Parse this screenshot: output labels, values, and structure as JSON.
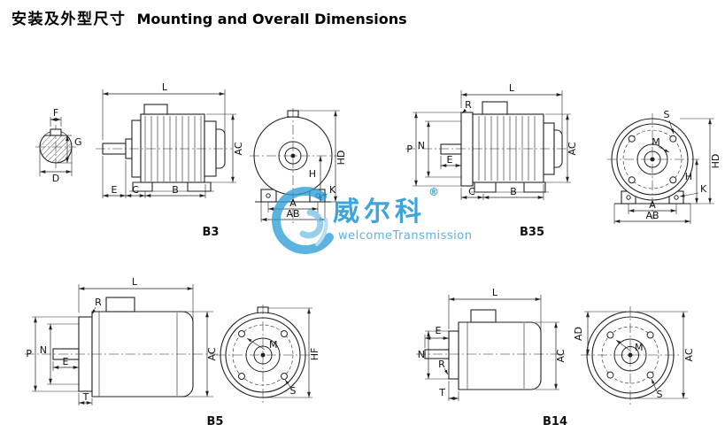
{
  "title": {
    "zh": "安装及外型尺寸",
    "en": "Mounting and Overall Dimensions"
  },
  "watermark": {
    "brand": "威尔科",
    "reg": "®",
    "sub": "welcomeTransmission",
    "color": "#2d9ed6"
  },
  "b3": {
    "name": "B3",
    "dims": {
      "L": "L",
      "F": "F",
      "G": "G",
      "D": "D",
      "E": "E",
      "C": "C",
      "B": "B",
      "AC": "AC",
      "HD": "HD",
      "H": "H",
      "K": "K",
      "A": "A",
      "AB": "AB"
    }
  },
  "b35": {
    "name": "B35",
    "dims": {
      "L": "L",
      "R": "R",
      "P": "P",
      "N": "N",
      "E": "E",
      "C": "C",
      "B": "B",
      "AC": "AC",
      "S": "S",
      "M": "M",
      "HD": "HD",
      "H": "H",
      "K": "K",
      "A": "A",
      "AB": "AB"
    }
  },
  "b5": {
    "name": "B5",
    "dims": {
      "L": "L",
      "R": "R",
      "P": "P",
      "N": "N",
      "E": "E",
      "T": "T",
      "AC": "AC",
      "M": "M",
      "HF": "HF",
      "S": "S"
    }
  },
  "b14": {
    "name": "B14",
    "dims": {
      "L": "L",
      "E": "E",
      "N": "N",
      "R": "R",
      "T": "T",
      "AC": "AC",
      "AD": "AD",
      "M": "M",
      "S": "S"
    }
  }
}
